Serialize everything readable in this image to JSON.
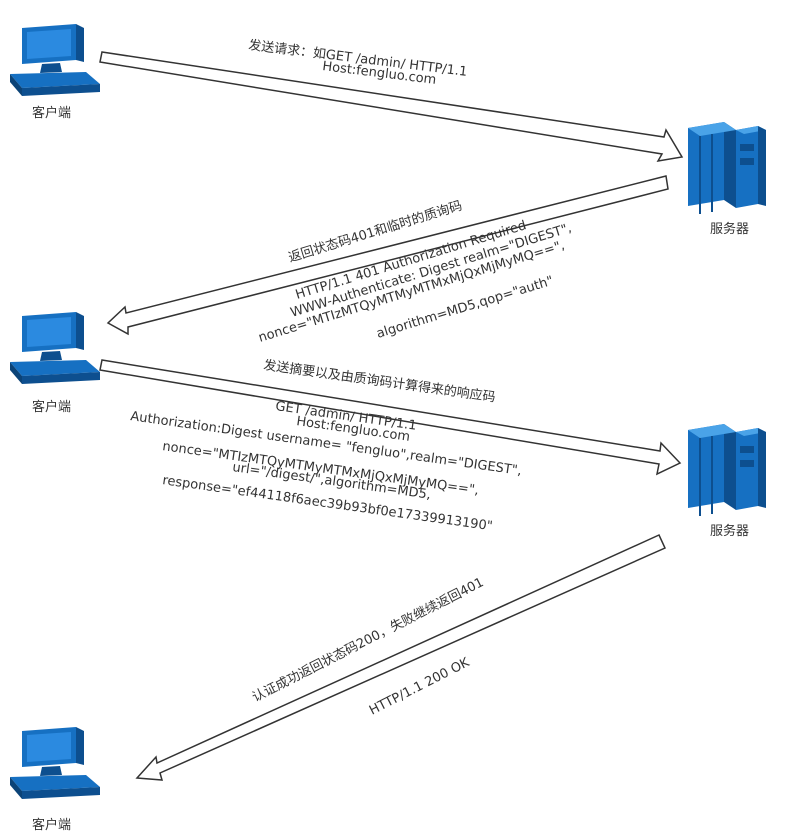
{
  "colors": {
    "device_fill": "#1670c2",
    "device_dark": "#0d4f8f",
    "device_light": "#4aa3e8",
    "arrow_stroke": "#333333",
    "arrow_fill": "#ffffff"
  },
  "nodes": {
    "client1": {
      "icon": "computer-icon",
      "label": "客户端"
    },
    "server1": {
      "icon": "server-icon",
      "label": "服务器"
    },
    "client2": {
      "icon": "computer-icon",
      "label": "客户端"
    },
    "server2": {
      "icon": "server-icon",
      "label": "服务器"
    },
    "client3": {
      "icon": "computer-icon",
      "label": "客户端"
    }
  },
  "messages": {
    "m1": {
      "lines": [
        "发送请求：如GET /admin/ HTTP/1.1",
        "Host:fengluo.com"
      ]
    },
    "m2": {
      "lines": [
        "返回状态码401和临时的质询码",
        "HTTP/1.1 401 Authorization Required",
        "WWW-Authenticate: Digest realm=\"DIGEST\",",
        "nonce=\"MTIzMTQyMTMyMTMxMjQxMjMyMQ==\",",
        "algorithm=MD5,qop=\"auth\""
      ]
    },
    "m3": {
      "lines": [
        "发送摘要以及由质询码计算得来的响应码",
        "GET /admin/ HTTP/1.1",
        "Host:fengluo.com",
        "Authorization:Digest username= \"fengluo\",realm=\"DIGEST\",",
        "nonce=\"MTIzMTQyMTMyMTMxMjQxMjMyMQ==\",",
        "url=\"/digest/\",algorithm=MD5,",
        "response=\"ef44118f6aec39b93bf0e17339913190\""
      ]
    },
    "m4": {
      "lines": [
        "认证成功返回状态码200，失败继续返回401",
        "HTTP/1.1 200 OK"
      ]
    }
  }
}
